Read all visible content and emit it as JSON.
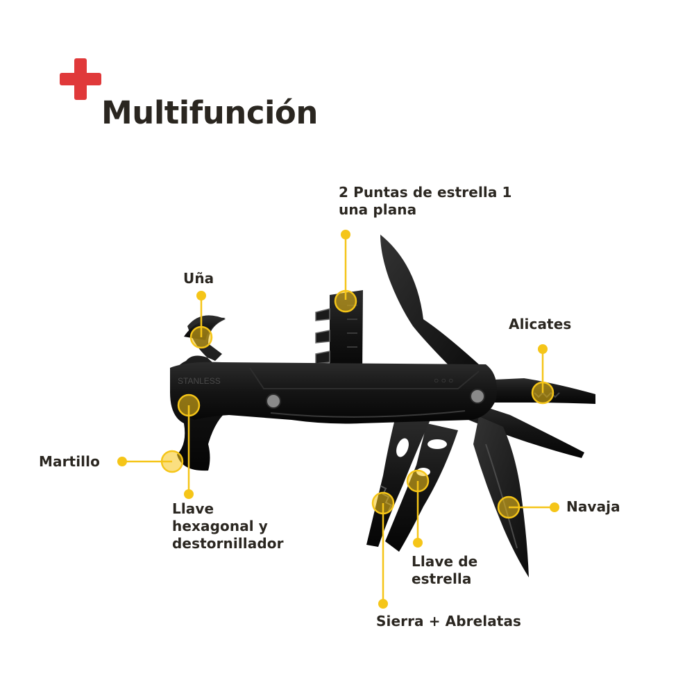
{
  "title": "Multifunción",
  "colors": {
    "accent_plus": "#e0393a",
    "callout": "#f5c518",
    "text": "#2a2620",
    "tool_body": "#141414",
    "tool_highlight": "#3a3a3a"
  },
  "icons": {
    "plus": "plus-icon"
  },
  "callouts": {
    "bits": "2 Puntas de estrella 1\nuna plana",
    "claw": "Uña",
    "pliers": "Alicates",
    "hammer": "Martillo",
    "hex_key": "Llave\nhexagonal y\ndestornillador",
    "knife": "Navaja",
    "star_wrench": "Llave de\nestrella",
    "saw": "Sierra + Abrelatas"
  },
  "tool": {
    "brand_engraving": "STANLESS"
  }
}
